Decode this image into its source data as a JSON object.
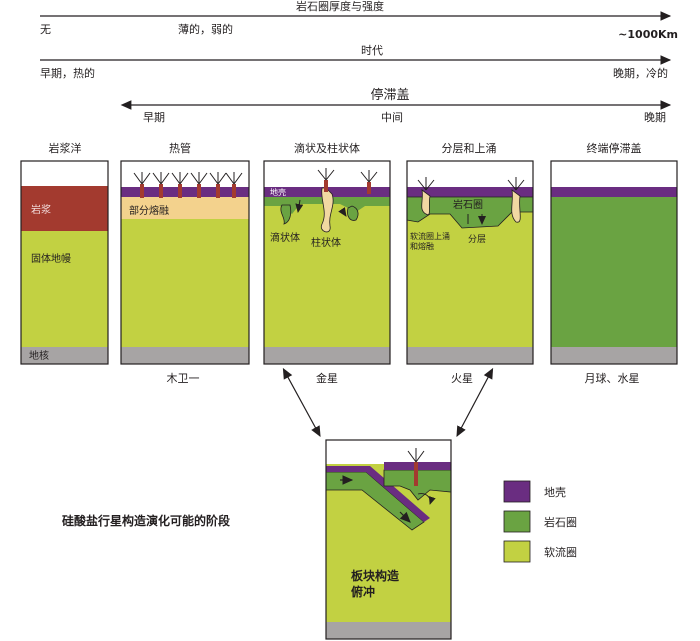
{
  "header": {
    "thickness_title": "岩石圈厚度与强度",
    "thickness_left": "无",
    "thickness_mid": "薄的，弱的",
    "thickness_right": "~1000Km",
    "time_title": "时代",
    "time_left": "早期，热的",
    "time_right": "晚期，冷的",
    "stagnant_title": "停滞盖",
    "stagnant_early": "早期",
    "stagnant_mid": "中间",
    "stagnant_late": "晚期"
  },
  "panels": [
    {
      "title": "岩浆洋",
      "labels": [
        "岩浆",
        "固体地幔",
        "地核"
      ],
      "example": ""
    },
    {
      "title": "热管",
      "labels": [
        "部分熔融"
      ],
      "example": "木卫一"
    },
    {
      "title": "滴状及柱状体",
      "labels": [
        "地壳",
        "滴状体",
        "柱状体"
      ],
      "example": "金星"
    },
    {
      "title": "分层和上涌",
      "labels": [
        "岩石圈",
        "软流圈上涌",
        "和熔融",
        "分层"
      ],
      "example": "火星"
    },
    {
      "title": "终端停滞盖",
      "labels": [],
      "example": "月球、水星"
    }
  ],
  "plate_tectonics": {
    "label_line1": "板块构造",
    "label_line2": "俯冲"
  },
  "caption": "硅酸盐行星构造演化可能的阶段",
  "legend": [
    {
      "label": "地壳",
      "color": "#6a2d81"
    },
    {
      "label": "岩石圈",
      "color": "#6aa342"
    },
    {
      "label": "软流圈",
      "color": "#c2d142"
    }
  ],
  "colors": {
    "crust": "#6a2d81",
    "lithosphere": "#6aa342",
    "asthenosphere": "#c2d142",
    "core": "#a7a4a4",
    "magma": "#a33a2f",
    "partial_melt": "#f3d28d",
    "plume": "#f1d8a2"
  }
}
